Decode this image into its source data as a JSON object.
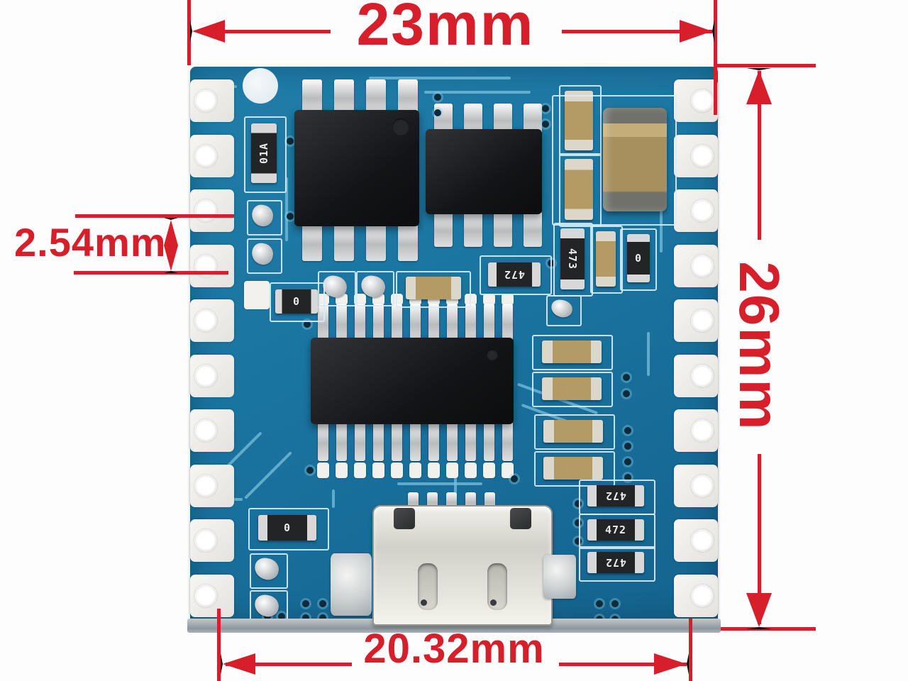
{
  "annotations": {
    "top_width": "23mm",
    "right_height": "26mm",
    "left_pitch": "2.54mm",
    "bottom_width": "20.32mm"
  },
  "component_labels": {
    "res_01a": "01A",
    "res_473": "473",
    "res_0_right": "0",
    "res_472_single": "472",
    "res_0_left": "0",
    "res_0_bottom": "0",
    "res_472_r1": "472",
    "res_472_r2": "472",
    "res_472_r3": "472"
  },
  "colors": {
    "annotation_red": "#d71f2b",
    "board_blue": "#1a74a0",
    "silkscreen": "#d8ecf6",
    "background": "#fdfdfd"
  }
}
